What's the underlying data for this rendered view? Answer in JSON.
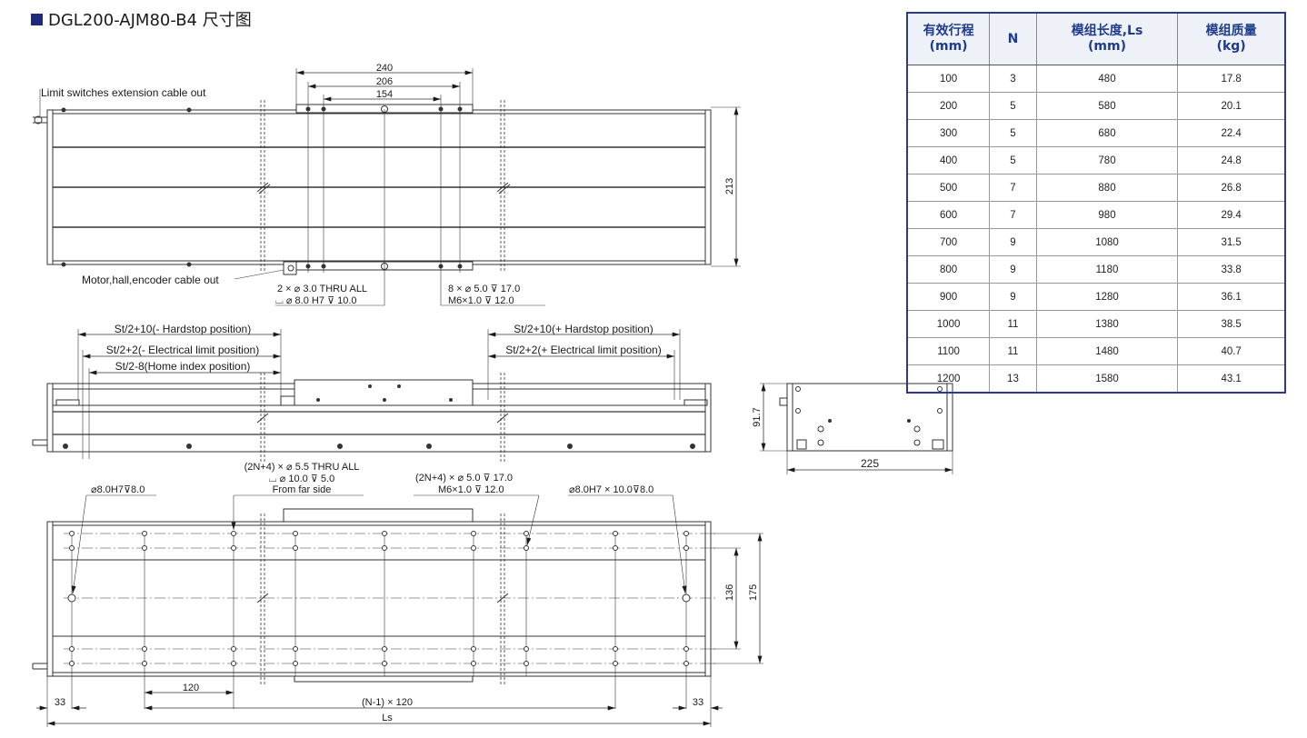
{
  "title": "DGL200-AJM80-B4 尺寸图",
  "table": {
    "headers": [
      {
        "line1": "有效行程",
        "line2": "(mm)"
      },
      {
        "line1": "N",
        "line2": ""
      },
      {
        "line1": "模组长度,Ls",
        "line2": "(mm)"
      },
      {
        "line1": "模组质量",
        "line2": "(kg)"
      }
    ],
    "rows": [
      [
        "100",
        "3",
        "480",
        "17.8"
      ],
      [
        "200",
        "5",
        "580",
        "20.1"
      ],
      [
        "300",
        "5",
        "680",
        "22.4"
      ],
      [
        "400",
        "5",
        "780",
        "24.8"
      ],
      [
        "500",
        "7",
        "880",
        "26.8"
      ],
      [
        "600",
        "7",
        "980",
        "29.4"
      ],
      [
        "700",
        "9",
        "1080",
        "31.5"
      ],
      [
        "800",
        "9",
        "1180",
        "33.8"
      ],
      [
        "900",
        "9",
        "1280",
        "36.1"
      ],
      [
        "1000",
        "11",
        "1380",
        "38.5"
      ],
      [
        "1100",
        "11",
        "1480",
        "40.7"
      ],
      [
        "1200",
        "13",
        "1580",
        "43.1"
      ]
    ]
  },
  "top_view": {
    "label_limit_cable": "Limit switches extension cable out",
    "label_motor_cable": "Motor,hall,encoder cable out",
    "dim_240": "240",
    "dim_206": "206",
    "dim_154": "154",
    "dim_213": "213",
    "note_left_1": "2 × ⌀ 3.0 THRU ALL",
    "note_left_2": "⌴ ⌀ 8.0 H7  ⊽ 10.0",
    "note_right_1": "8 × ⌀ 5.0  ⊽ 17.0",
    "note_right_2": "M6×1.0    ⊽ 12.0"
  },
  "side_view": {
    "neg_hardstop": "St/2+10(- Hardstop position)",
    "neg_elec": "St/2+2(- Electrical limit position)",
    "home": "St/2-8(Home index position)",
    "pos_hardstop": "St/2+10(+ Hardstop position)",
    "pos_elec": "St/2+2(+ Electrical limit position)"
  },
  "end_view": {
    "dim_height": "91.7",
    "dim_width": "225"
  },
  "bottom_view": {
    "note_dowel_left": "⌀8.0H7⊽8.0",
    "note_thru_1": "(2N+4) × ⌀ 5.5 THRU ALL",
    "note_thru_2": "⌴ ⌀ 10.0 ⊽ 5.0",
    "note_thru_3": "From far side",
    "note_tap_1": "(2N+4) × ⌀ 5.0  ⊽ 17.0",
    "note_tap_2": "M6×1.0     ⊽ 12.0",
    "note_dowel_right": "⌀8.0H7 × 10.0⊽8.0",
    "dim_136": "136",
    "dim_175": "175",
    "dim_33_left": "33",
    "dim_33_right": "33",
    "dim_120": "120",
    "dim_pitch": "(N-1) × 120",
    "dim_ls": "Ls"
  },
  "colors": {
    "accent": "#1e2a78",
    "table_border": "#2b3a8f",
    "header_text": "#1f3b8c",
    "line": "#333333"
  }
}
